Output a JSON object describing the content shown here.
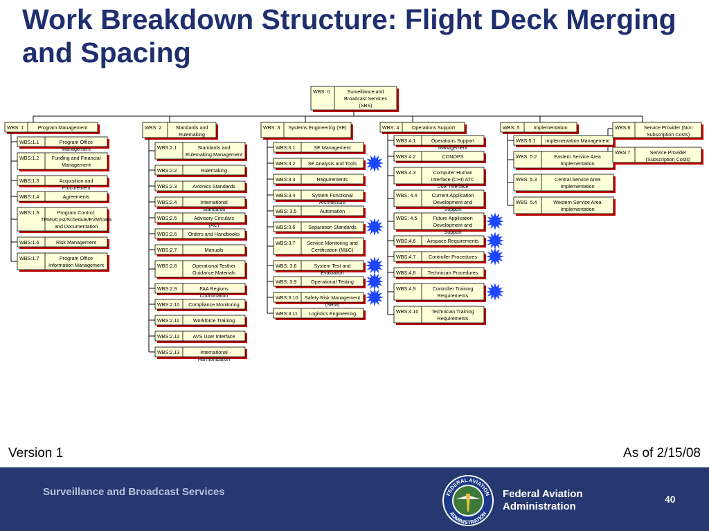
{
  "slide": {
    "title": "Work Breakdown Structure: Flight Deck Merging and Spacing",
    "version": "Version 1",
    "as_of": "As of 2/15/08"
  },
  "footer": {
    "program": "Surveillance and Broadcast Services",
    "agency_line1": "Federal Aviation",
    "agency_line2": "Administration",
    "page_number": "40",
    "seal_text_top": "FEDERAL AVIATION",
    "seal_text_bottom": "ADMINISTRATION"
  },
  "colors": {
    "title": "#1f2f6e",
    "footer_bg": "#26386f",
    "box_fill": "#ffffd8",
    "box_shadow": "#c00000",
    "highlight_star": "#1e46ff"
  },
  "diagram": {
    "root": {
      "id": "WBS: 0",
      "label": "Surveillance and Broadcast Services (SBS)"
    },
    "branches": [
      {
        "id": "WBS: 1",
        "label": "Program Management",
        "children": [
          {
            "id": "WBS:1.1",
            "label": "Program Office Management"
          },
          {
            "id": "WBS:1.2",
            "label": "Funding and Financial Management"
          },
          {
            "id": "WBS:1.3",
            "label": "Acquisition and Procurement"
          },
          {
            "id": "WBS:1.4",
            "label": "Agreements"
          },
          {
            "id": "WBS:1.5",
            "label": "Program Control: TPMs/Cost/Schedule/EVM/Data and Documentation"
          },
          {
            "id": "WBS:1.6",
            "label": "Risk Management"
          },
          {
            "id": "WBS:1.7",
            "label": "Program Office Information Management"
          }
        ]
      },
      {
        "id": "WBS: 2",
        "label": "Standards and Rulemaking",
        "children": [
          {
            "id": "WBS:2.1",
            "label": "Standards and Rulemaking Management"
          },
          {
            "id": "WBS:2.2",
            "label": "Rulemaking"
          },
          {
            "id": "WBS:2.3",
            "label": "Avionics Standards"
          },
          {
            "id": "WBS:2.4",
            "label": "International Standards"
          },
          {
            "id": "WBS:2.5",
            "label": "Advisory Circulars (AC)"
          },
          {
            "id": "WBS:2.6",
            "label": "Orders and Handbooks"
          },
          {
            "id": "WBS:2.7",
            "label": "Manuals"
          },
          {
            "id": "WBS:2.8",
            "label": "Operational Testher Guidance Materials"
          },
          {
            "id": "WBS:2.9",
            "label": "FAA Regions Coordination"
          },
          {
            "id": "WBS:2.10",
            "label": "Compliance Monitoring"
          },
          {
            "id": "WBS:2.11",
            "label": "Workforce Training"
          },
          {
            "id": "WBS:2.12",
            "label": "AVS User Interface"
          },
          {
            "id": "WBS:2.13",
            "label": "International Harmonization"
          }
        ]
      },
      {
        "id": "WBS: 3",
        "label": "Systems Engineering (SE)",
        "children": [
          {
            "id": "WBS:3.1",
            "label": "SE Management"
          },
          {
            "id": "WBS:3.2",
            "label": "SE Analysis and Tools",
            "highlighted": true
          },
          {
            "id": "WBS:3.3",
            "label": "Requirements"
          },
          {
            "id": "WBS:3.4",
            "label": "System Functional Architecture"
          },
          {
            "id": "WBS: 3.5",
            "label": "Automation"
          },
          {
            "id": "WBS:3.6",
            "label": "Separation Standards",
            "highlighted": true
          },
          {
            "id": "WBS:3.7",
            "label": "Service Monitoring and Certification (M&C)"
          },
          {
            "id": "WBS: 3.8",
            "label": "System Test and Evaluation",
            "highlighted": true
          },
          {
            "id": "WBS: 3.9",
            "label": "Operational Testing",
            "highlighted": true
          },
          {
            "id": "WBS:3.10",
            "label": "Safety Risk Management (SRM)",
            "highlighted": true
          },
          {
            "id": "WBS:3.11",
            "label": "Logistics Engineering"
          }
        ]
      },
      {
        "id": "WBS: 4",
        "label": "Operations Support",
        "children": [
          {
            "id": "WBS:4.1",
            "label": "Operations Support Management"
          },
          {
            "id": "WBS:4.2",
            "label": "CONOPS"
          },
          {
            "id": "WBS:4.3",
            "label": "Computer Human Interface (CHI) ATC User Interface"
          },
          {
            "id": "WBS: 4.4",
            "label": "Current Application Development and Support"
          },
          {
            "id": "WBS: 4.5",
            "label": "Future Application Development and Support",
            "highlighted": true
          },
          {
            "id": "WBS:4.6",
            "label": "Airspace Requirements",
            "highlighted": true
          },
          {
            "id": "WBS:4.7",
            "label": "Controller Procedures",
            "highlighted": true
          },
          {
            "id": "WBS:4.8",
            "label": "Technician Procedures"
          },
          {
            "id": "WBS:4.9",
            "label": "Controller Training Requirements",
            "highlighted": true
          },
          {
            "id": "WBS:4.10",
            "label": "Technician Training Requirements"
          }
        ]
      },
      {
        "id": "WBS: 5",
        "label": "Implementation",
        "children": [
          {
            "id": "WBS:5.1",
            "label": "Implementation Management"
          },
          {
            "id": "WBS: 5.2",
            "label": "Eastern Service Area Implementation"
          },
          {
            "id": "WBS: 5.3",
            "label": "Central Service Area Implementation"
          },
          {
            "id": "WBS: 5.4",
            "label": "Western Service Area Implementation"
          }
        ]
      },
      {
        "id": "WBS:6",
        "label": "Service Provider (Non Subscription Costs)",
        "children": []
      },
      {
        "id": "WBS:7",
        "label": "Service Provider (Subscription Costs)",
        "children": []
      }
    ]
  }
}
